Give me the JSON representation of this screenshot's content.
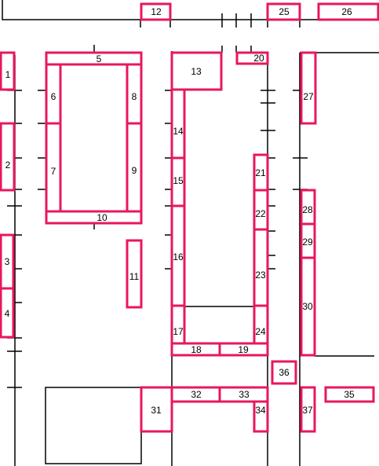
{
  "colors": {
    "outline": "#e8175d",
    "line": "#000000",
    "background": "#ffffff"
  },
  "spaces": [
    {
      "id": "1",
      "label": "1"
    },
    {
      "id": "2",
      "label": "2"
    },
    {
      "id": "3",
      "label": "3"
    },
    {
      "id": "4",
      "label": "4"
    },
    {
      "id": "5",
      "label": "5"
    },
    {
      "id": "6",
      "label": "6"
    },
    {
      "id": "7",
      "label": "7"
    },
    {
      "id": "8",
      "label": "8"
    },
    {
      "id": "9",
      "label": "9"
    },
    {
      "id": "10",
      "label": "10"
    },
    {
      "id": "11",
      "label": "11"
    },
    {
      "id": "12",
      "label": "12"
    },
    {
      "id": "13",
      "label": "13"
    },
    {
      "id": "14",
      "label": "14"
    },
    {
      "id": "15",
      "label": "15"
    },
    {
      "id": "16",
      "label": "16"
    },
    {
      "id": "17",
      "label": "17"
    },
    {
      "id": "18",
      "label": "18"
    },
    {
      "id": "19",
      "label": "19"
    },
    {
      "id": "20",
      "label": "20"
    },
    {
      "id": "21",
      "label": "21"
    },
    {
      "id": "22",
      "label": "22"
    },
    {
      "id": "23",
      "label": "23"
    },
    {
      "id": "24",
      "label": "24"
    },
    {
      "id": "25",
      "label": "25"
    },
    {
      "id": "26",
      "label": "26"
    },
    {
      "id": "27",
      "label": "27"
    },
    {
      "id": "28",
      "label": "28"
    },
    {
      "id": "29",
      "label": "29"
    },
    {
      "id": "30",
      "label": "30"
    },
    {
      "id": "31",
      "label": "31"
    },
    {
      "id": "32",
      "label": "32"
    },
    {
      "id": "33",
      "label": "33"
    },
    {
      "id": "34",
      "label": "34"
    },
    {
      "id": "35",
      "label": "35"
    },
    {
      "id": "36",
      "label": "36"
    },
    {
      "id": "37",
      "label": "37"
    }
  ]
}
